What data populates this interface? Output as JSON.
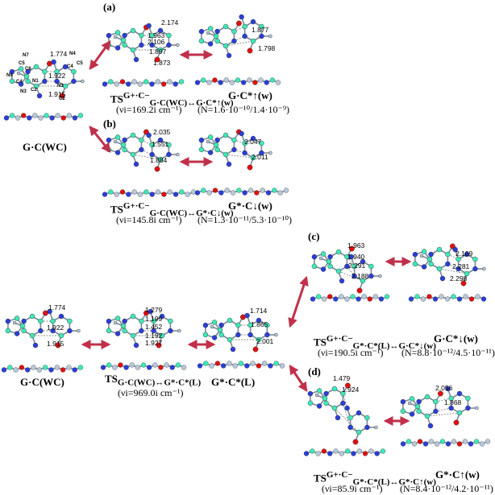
{
  "panels": {
    "a": "(a)",
    "b": "(b)",
    "c": "(c)",
    "d": "(d)"
  },
  "labels": {
    "gc_wc_top": "G·C(WC)",
    "ts_a_main": "TS",
    "ts_a_sup": "G+·C−",
    "ts_a_sub": "G·C(WC)↔G·C*↑(w)",
    "ts_a_freq": "(νi=169.2i cm⁻¹)",
    "prod_a": "G·C*↑(w)",
    "prod_a_n": "(N=1.6·10⁻¹⁰/1.4·10⁻⁹)",
    "ts_b_main": "TS",
    "ts_b_sup": "G+·C−",
    "ts_b_sub": "G·C(WC)↔G*·C↓(w)",
    "ts_b_freq": "(νi=145.8i cm⁻¹)",
    "prod_b": "G*·C↓(w)",
    "prod_b_n": "(N=1.3·10⁻¹¹/5.3·10⁻¹⁰)",
    "gc_wc_bottom": "G·C(WC)",
    "ts_mid_main": "TS",
    "ts_mid_sub": "G·C(WC)↔G*·C*(L)",
    "ts_mid_freq": "(νi=969.0i cm⁻¹)",
    "gstar_cstar": "G*·C*(L)",
    "ts_c_main": "TS",
    "ts_c_sup": "G+·C−",
    "ts_c_sub": "G*·C*(L)↔G·C*↓(w)",
    "ts_c_freq": "(νi=190.5i cm⁻¹)",
    "prod_c": "G·C*↓(w)",
    "prod_c_n": "(N=8.8·10⁻¹²/4.5·10⁻¹¹)",
    "ts_d_main": "TS",
    "ts_d_sup": "G+·C−",
    "ts_d_sub": "G*·C*(L)↔G*·C↑(w)",
    "ts_d_freq": "(νi=85.9i cm⁻¹)",
    "prod_d": "G*·C↑(w)",
    "prod_d_n": "(N=8.4·10⁻¹²/4.2·10⁻¹¹)"
  },
  "atom_labels": [
    "N7",
    "C5",
    "C6",
    "N1",
    "N9",
    "C4",
    "C2",
    "N3",
    "N4",
    "C4",
    "C5",
    "N3",
    "C2"
  ],
  "distances": {
    "wc_top": [
      "1.774",
      "1.922",
      "1.915"
    ],
    "ts_a": [
      "2.174",
      "1.963",
      "2.106",
      "1.897",
      "1.873"
    ],
    "prod_a": [
      "1.877",
      "1.798"
    ],
    "ts_b": [
      "2.035",
      "1.551",
      "1.884"
    ],
    "prod_b": [
      "2.047",
      "2.011"
    ],
    "wc_bottom": [
      "1.774",
      "1.922",
      "1.915"
    ],
    "ts_mid": [
      "1.279",
      "1.199",
      "1.452",
      "1.192",
      "1.927"
    ],
    "gstar": [
      "1.714",
      "1.865",
      "2.001"
    ],
    "ts_c": [
      "1.963",
      "1.940",
      "2.291",
      "2.188"
    ],
    "prod_c": [
      "2.109",
      "2.281",
      "2.298"
    ],
    "ts_d": [
      "1.479",
      "1.924"
    ],
    "prod_d": [
      "2.056",
      "1.868"
    ]
  },
  "colors": {
    "carbon": "#3ee8b8",
    "nitrogen": "#2a3fd8",
    "oxygen": "#e01010",
    "hydrogen": "#b8c8d8",
    "arrow": "#c0304a"
  }
}
